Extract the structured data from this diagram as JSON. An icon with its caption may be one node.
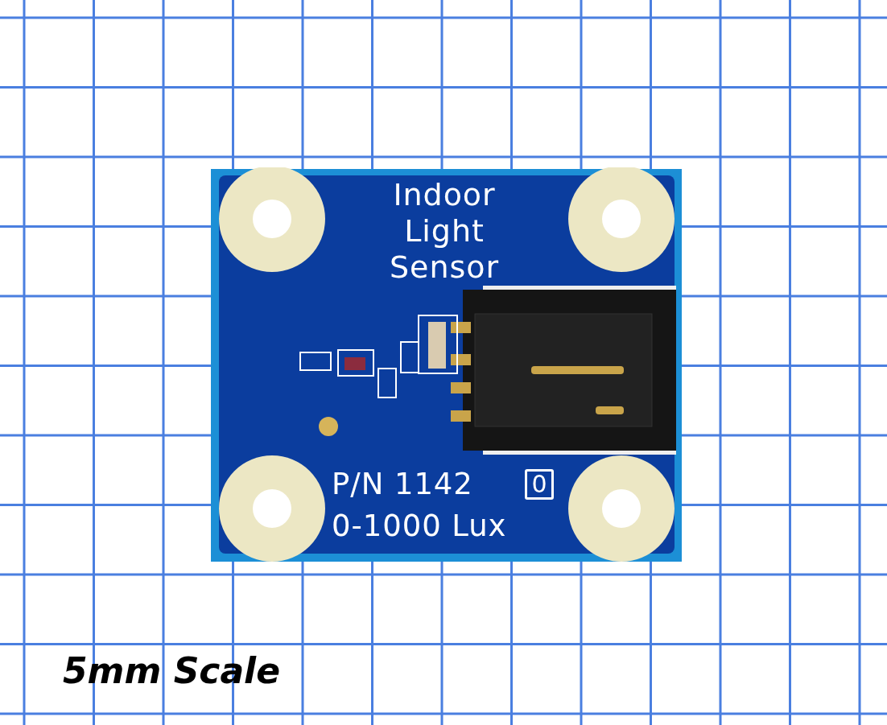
{
  "diagram": {
    "labels": [
      "Indoor Light Sensor",
      "P/N 1142",
      "0",
      "0-1000 Lux",
      "5mm Scale"
    ]
  }
}
